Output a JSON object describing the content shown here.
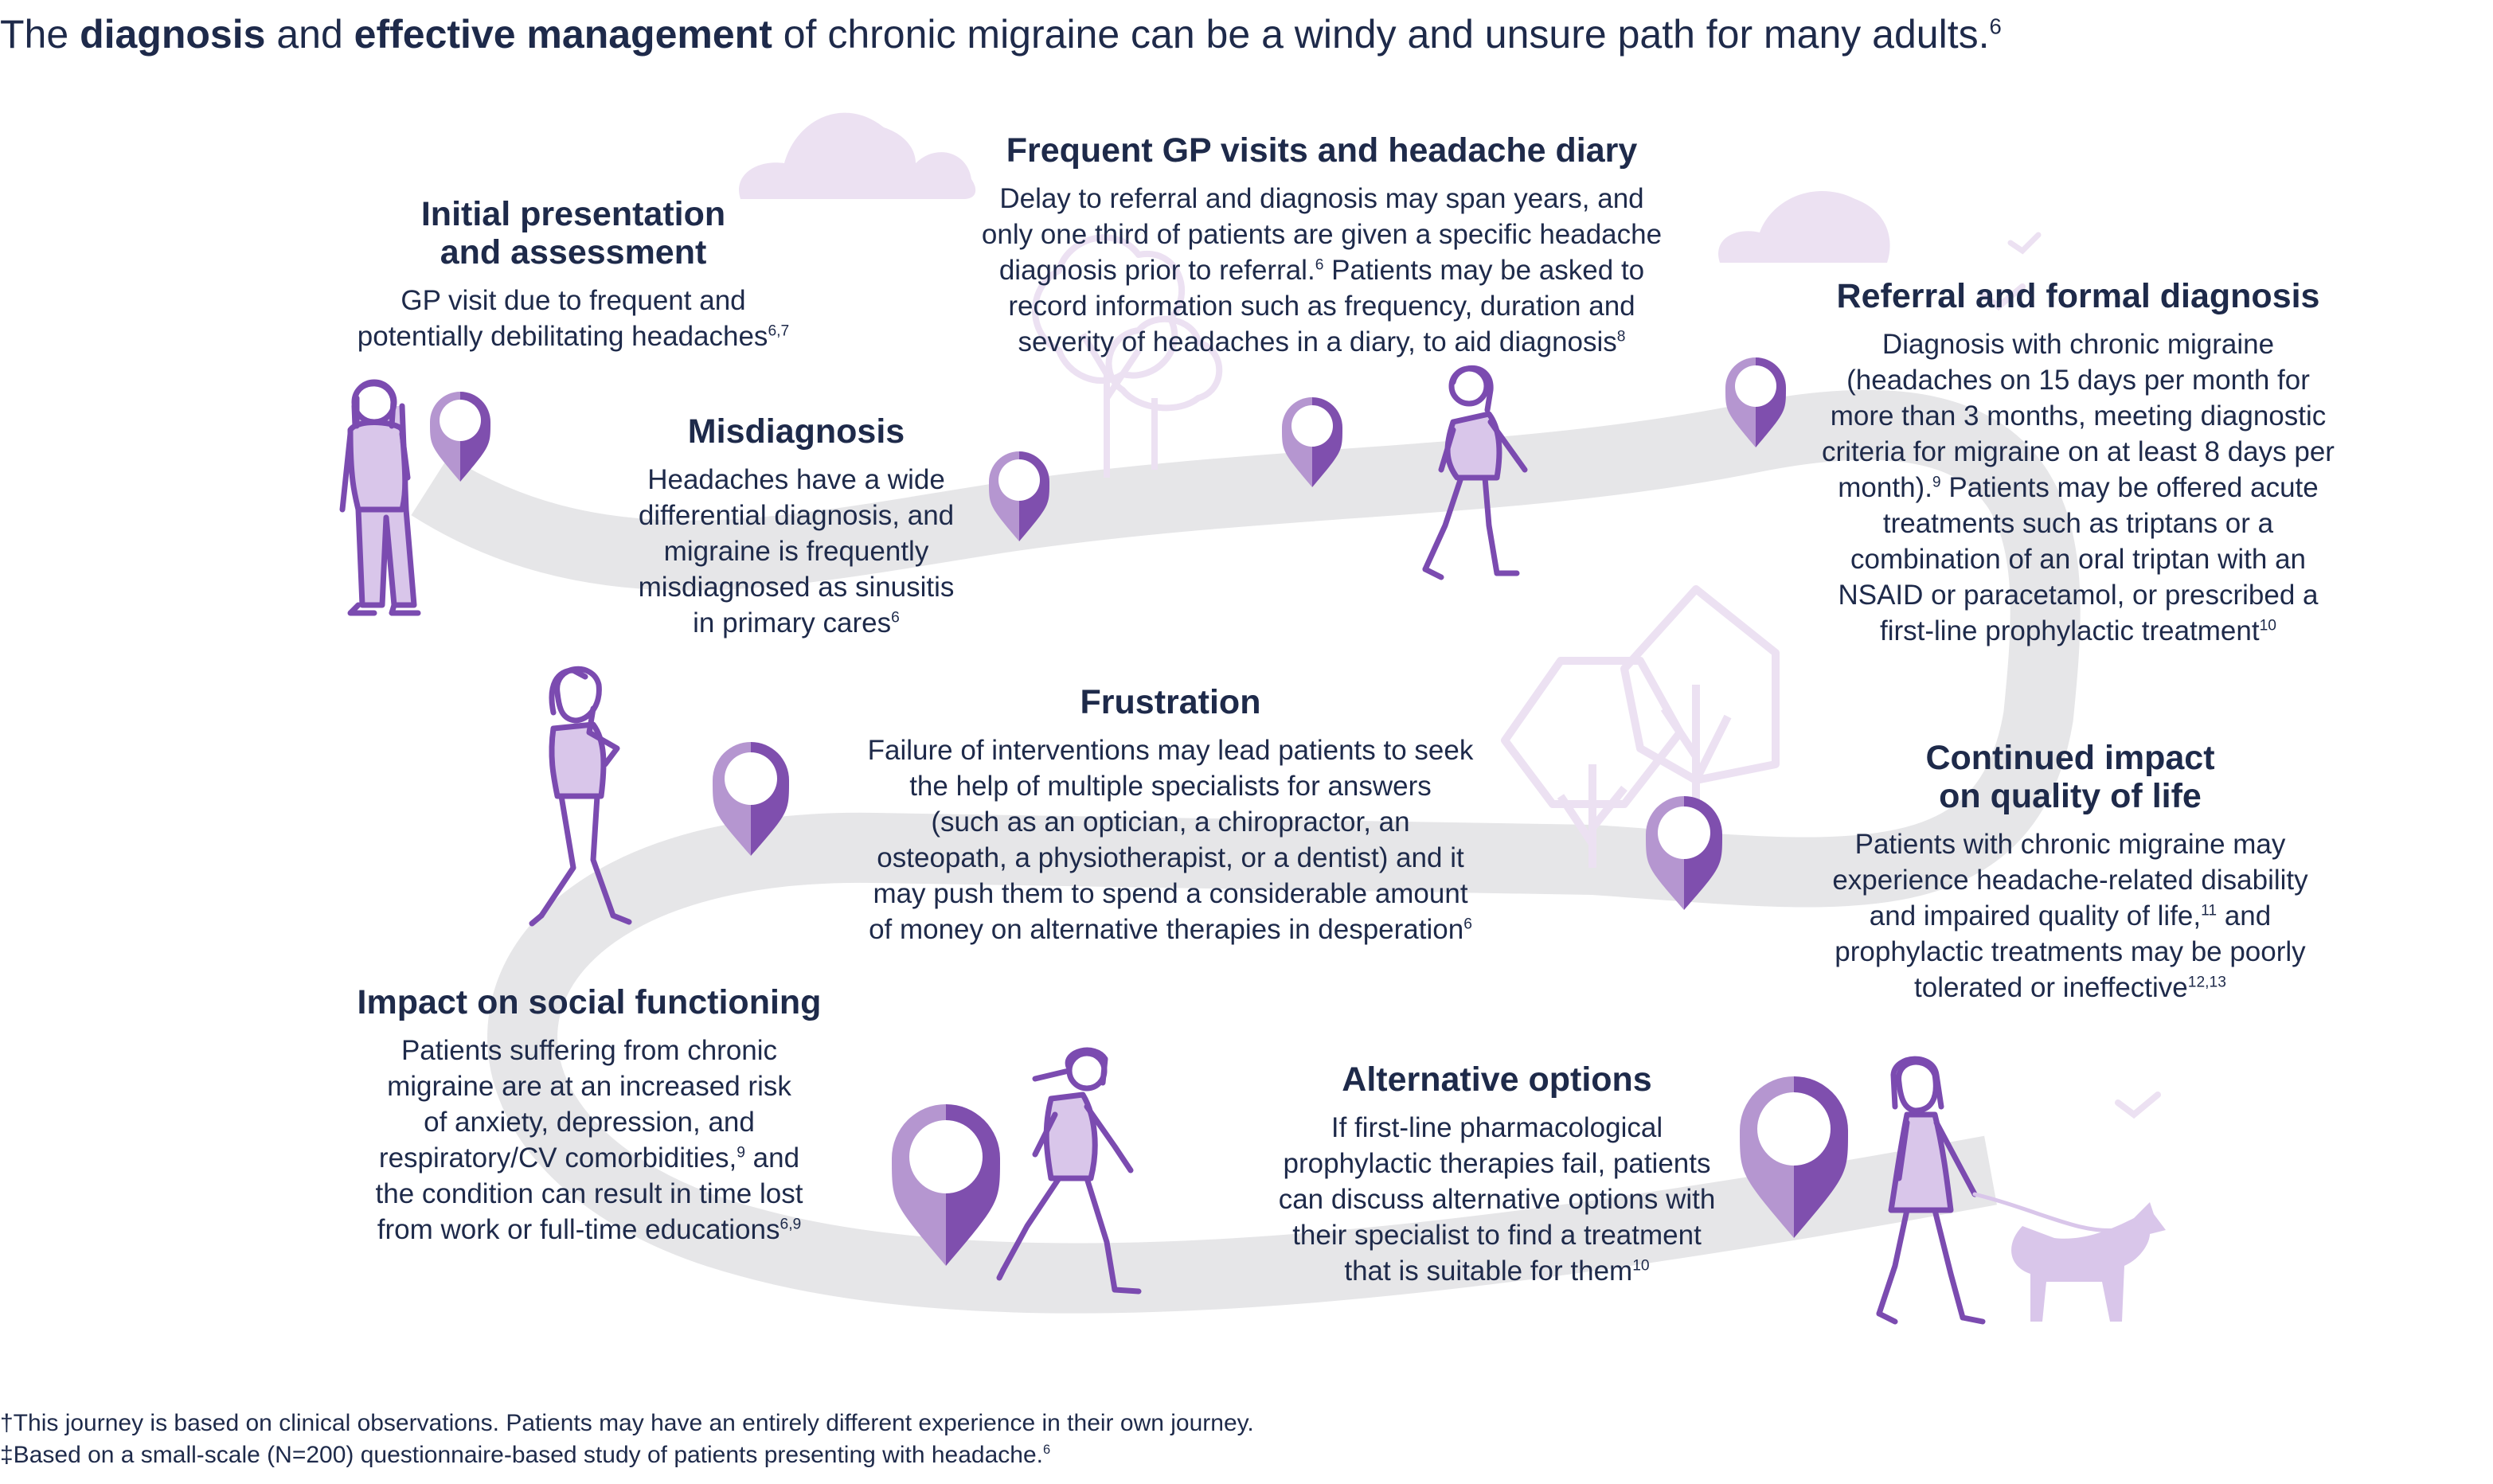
{
  "headline": {
    "pre": "The ",
    "bold1": "diagnosis",
    "mid": " and ",
    "bold2": "effective management",
    "post": " of chronic migraine can be a windy and unsure path for many adults.",
    "ref": "6"
  },
  "sections": {
    "initial": {
      "title_line1": "Initial presentation",
      "title_line2": "and assessment",
      "lines": [
        "GP visit due to frequent and",
        "potentially debilitating headaches"
      ],
      "ref": "6,7"
    },
    "misdiagnosis": {
      "title": "Misdiagnosis",
      "lines": [
        "Headaches have a wide",
        "differential diagnosis, and",
        "migraine is frequently",
        "misdiagnosed as sinusitis",
        "in primary cares"
      ],
      "ref": "6"
    },
    "gp_visits": {
      "title": "Frequent GP visits and headache diary",
      "l1": "Delay to referral and diagnosis may span years, and",
      "l2": "only one third of patients are given a specific headache",
      "l3a": "diagnosis prior to referral.",
      "l3ref": "6",
      "l3b": " Patients may be asked to",
      "l4": "record information such as frequency, duration and",
      "l5": "severity of headaches in a diary, to aid diagnosis",
      "ref": "8"
    },
    "referral": {
      "title": "Referral and formal diagnosis",
      "l1": "Diagnosis with chronic migraine",
      "l2": "(headaches on 15 days per month for",
      "l3": "more than 3 months, meeting diagnostic",
      "l4": "criteria for migraine on at least 8 days per",
      "l5a": "month).",
      "l5ref": "9",
      "l5b": " Patients may be offered acute",
      "l6": "treatments such as triptans or a",
      "l7": "combination of an oral triptan with an",
      "l8": "NSAID or paracetamol, or prescribed a",
      "l9": "first-line prophylactic treatment",
      "ref": "10"
    },
    "frustration": {
      "title": "Frustration",
      "lines": [
        "Failure of interventions may lead patients to seek",
        "the help of multiple specialists for answers",
        "(such as an optician, a chiropractor, an",
        "osteopath, a physiotherapist, or a dentist) and it",
        "may push them to spend a considerable amount",
        "of money on alternative therapies in desperation"
      ],
      "ref": "6"
    },
    "continued": {
      "title_line1": "Continued impact",
      "title_line2": "on quality of life",
      "l1": "Patients with chronic migraine may",
      "l2": "experience headache-related disability",
      "l3a": "and impaired quality of life,",
      "l3ref": "11",
      "l3b": " and",
      "l4": "prophylactic treatments may be poorly",
      "l5": "tolerated or ineffective",
      "ref": "12,13"
    },
    "social": {
      "title": "Impact on social functioning",
      "l1": "Patients suffering from chronic",
      "l2": "migraine are at an increased risk",
      "l3": "of anxiety, depression, and",
      "l4a": "respiratory/CV comorbidities,",
      "l4ref": "9",
      "l4b": " and",
      "l5": "the condition can result in time lost",
      "l6": "from work or full-time educations",
      "ref": "6,9"
    },
    "alternative": {
      "title": "Alternative options",
      "lines": [
        "If first-line pharmacological",
        "prophylactic therapies fail, patients",
        "can discuss alternative options with",
        "their specialist to find a treatment",
        "that is suitable for them"
      ],
      "ref": "10"
    }
  },
  "footnotes": {
    "f1": "†This journey is based on clinical observations. Patients may have an entirely different experience in their own journey.",
    "f2": "‡Based on a small-scale (N=200) questionnaire-based study of patients presenting with headache.",
    "f2ref": "6"
  },
  "colors": {
    "path": "#e6e6e8",
    "pin_light": "#b596d0",
    "pin_dark": "#7f4fae",
    "figure": "#7b4bb0",
    "figure_fill": "#d9c6ea",
    "decor": "#ece1f2",
    "text": "#1e2a4a"
  }
}
